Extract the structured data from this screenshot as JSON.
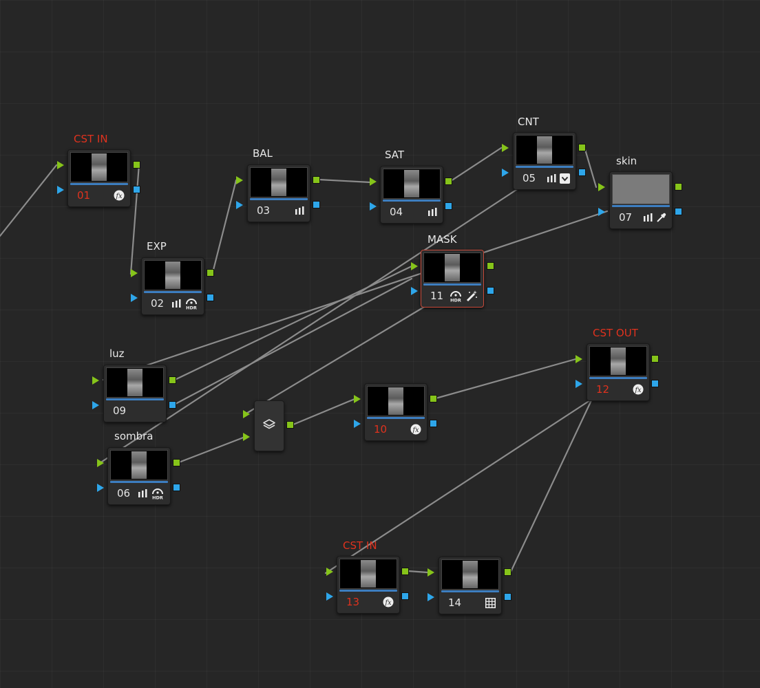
{
  "app": {
    "panel": "node-editor"
  },
  "colors": {
    "background": "#262626",
    "wire": "#8c8c8c",
    "port_green": "#86c41a",
    "port_blue": "#2ea6ea",
    "selection": "#c84a3a",
    "label_red": "#e0321e"
  },
  "nodes": [
    {
      "id": "n01",
      "label": "CST IN",
      "label_color": "red",
      "number": "01",
      "number_color": "red",
      "icons": [
        "fx-icon"
      ]
    },
    {
      "id": "n02",
      "label": "EXP",
      "label_color": "white",
      "number": "02",
      "number_color": "white",
      "icons": [
        "bars-icon",
        "hdr-icon"
      ]
    },
    {
      "id": "n03",
      "label": "BAL",
      "label_color": "white",
      "number": "03",
      "number_color": "white",
      "icons": [
        "bars-icon"
      ]
    },
    {
      "id": "n04",
      "label": "SAT",
      "label_color": "white",
      "number": "04",
      "number_color": "white",
      "icons": [
        "bars-icon"
      ]
    },
    {
      "id": "n05",
      "label": "CNT",
      "label_color": "white",
      "number": "05",
      "number_color": "white",
      "icons": [
        "bars-icon",
        "checkbox-icon"
      ]
    },
    {
      "id": "n07",
      "label": "skin",
      "label_color": "white",
      "number": "07",
      "number_color": "white",
      "icons": [
        "bars-icon",
        "eyedropper-icon"
      ]
    },
    {
      "id": "n11",
      "label": "MASK",
      "label_color": "white",
      "number": "11",
      "number_color": "white",
      "icons": [
        "hdr-icon",
        "magic-wand-icon"
      ],
      "selected": true
    },
    {
      "id": "n09",
      "label": "luz",
      "label_color": "white",
      "number": "09",
      "number_color": "white",
      "icons": []
    },
    {
      "id": "n06",
      "label": "sombra",
      "label_color": "white",
      "number": "06",
      "number_color": "white",
      "icons": [
        "bars-icon",
        "hdr-icon"
      ]
    },
    {
      "id": "n10",
      "label": "",
      "label_color": "white",
      "number": "10",
      "number_color": "red",
      "icons": [
        "fx-icon"
      ]
    },
    {
      "id": "n12",
      "label": "CST OUT",
      "label_color": "red",
      "number": "12",
      "number_color": "red",
      "icons": [
        "fx-icon"
      ]
    },
    {
      "id": "n13",
      "label": "CST IN",
      "label_color": "red",
      "number": "13",
      "number_color": "red",
      "icons": [
        "fx-icon"
      ]
    },
    {
      "id": "n14",
      "label": "",
      "label_color": "white",
      "number": "14",
      "number_color": "white",
      "icons": [
        "lut-grid-icon"
      ]
    }
  ],
  "layer_mixer": {
    "icon": "layers-icon"
  }
}
